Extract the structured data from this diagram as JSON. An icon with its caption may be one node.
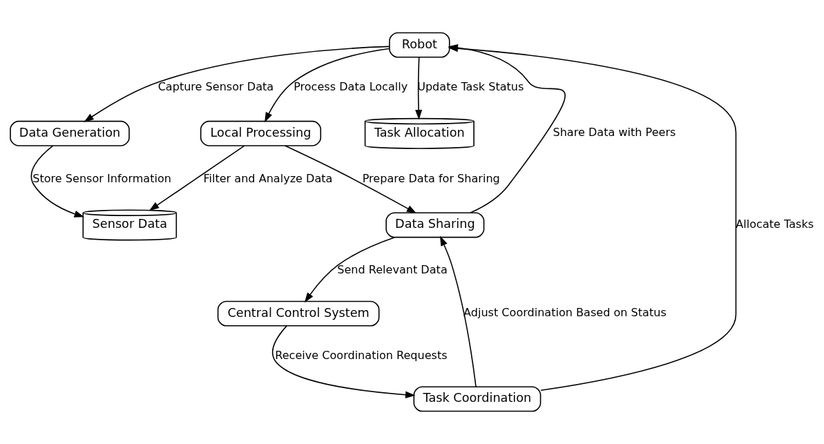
{
  "diagram": {
    "nodes": [
      {
        "text": [
          "Robot"
        ]
      },
      {
        "text": [
          "Data Generation"
        ]
      },
      {
        "text": [
          "Local Processing"
        ]
      },
      {
        "text": [
          "Task Allocation"
        ]
      },
      {
        "text": [
          "Sensor Data"
        ]
      },
      {
        "text": [
          "Data Sharing"
        ]
      },
      {
        "text": [
          "Central Control System"
        ]
      },
      {
        "text": [
          "Task Coordination"
        ]
      }
    ],
    "edges": [
      {
        "from": 0,
        "to": 1,
        "arrow": "to",
        "label": "Capture Sensor Data"
      },
      {
        "from": 0,
        "to": 2,
        "arrow": "to",
        "label": "Process Data Locally"
      },
      {
        "from": 0,
        "to": 3,
        "arrow": "to",
        "label": "Update Task Status"
      },
      {
        "from": 1,
        "to": 4,
        "arrow": "to",
        "label": "Store Sensor Information"
      },
      {
        "from": 2,
        "to": 4,
        "arrow": "to",
        "label": "Filter and Analyze Data"
      },
      {
        "from": 2,
        "to": 5,
        "arrow": "to",
        "label": "Prepare Data for Sharing"
      },
      {
        "from": 5,
        "to": 0,
        "arrow": "to",
        "label": "Share Data with Peers"
      },
      {
        "from": 5,
        "to": 6,
        "arrow": "to",
        "label": "Send Relevant Data"
      },
      {
        "from": 6,
        "to": 7,
        "arrow": "to",
        "label": "Receive Coordination Requests"
      },
      {
        "from": 7,
        "to": 5,
        "arrow": "to",
        "label": "Adjust Coordination Based on Status"
      },
      {
        "from": 7,
        "to": 0,
        "arrow": "to",
        "label": "Allocate Tasks"
      }
    ]
  }
}
